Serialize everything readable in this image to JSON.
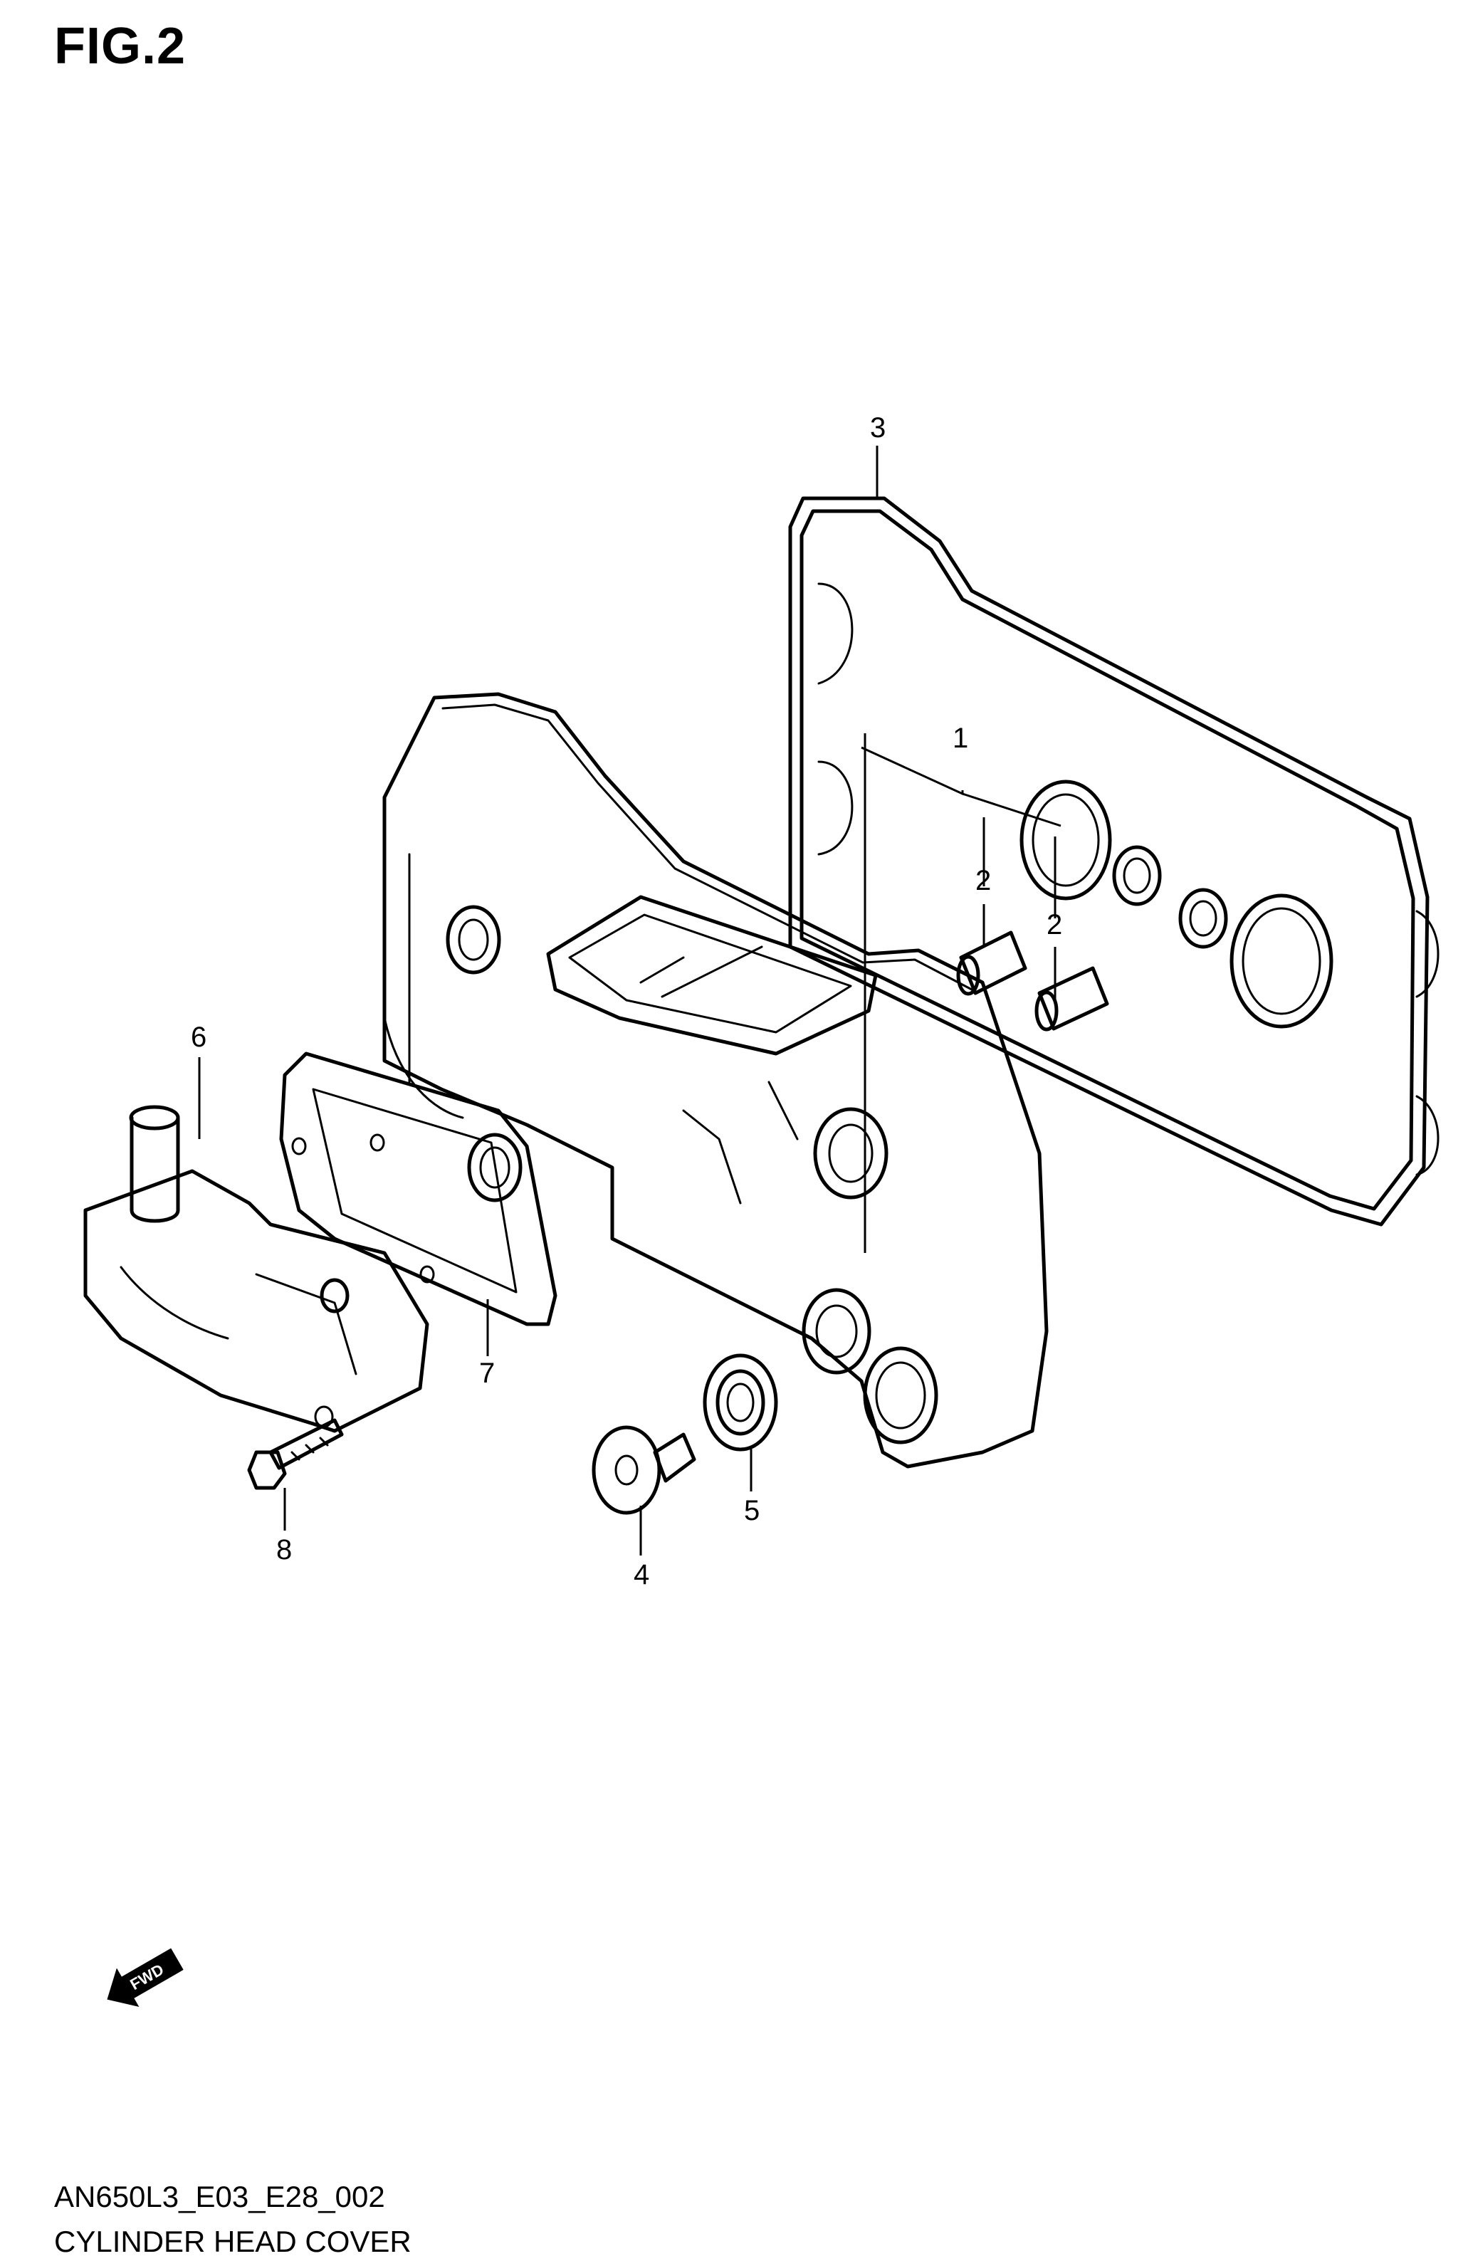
{
  "figure": {
    "label": "FIG.2"
  },
  "callouts": [
    {
      "id": "1",
      "text": "1"
    },
    {
      "id": "2a",
      "text": "2"
    },
    {
      "id": "2b",
      "text": "2"
    },
    {
      "id": "3",
      "text": "3"
    },
    {
      "id": "4",
      "text": "4"
    },
    {
      "id": "5",
      "text": "5"
    },
    {
      "id": "6",
      "text": "6"
    },
    {
      "id": "7",
      "text": "7"
    },
    {
      "id": "8",
      "text": "8"
    }
  ],
  "direction_marker": {
    "text": "FWD",
    "icon": "fwd-arrow-icon"
  },
  "footer": {
    "code": "AN650L3_E03_E28_002",
    "name": "CYLINDER HEAD COVER"
  }
}
